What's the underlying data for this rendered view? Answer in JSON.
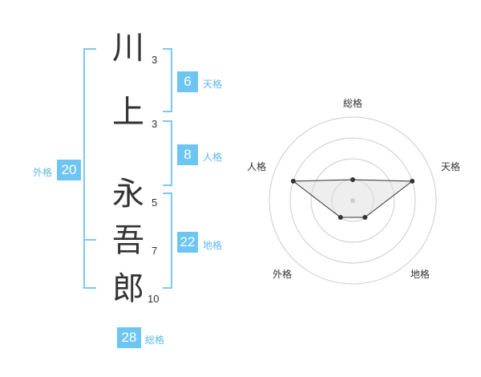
{
  "name": {
    "chars": [
      {
        "char": "川",
        "strokes": "3"
      },
      {
        "char": "上",
        "strokes": "3"
      },
      {
        "char": "永",
        "strokes": "5"
      },
      {
        "char": "吾",
        "strokes": "7"
      },
      {
        "char": "郎",
        "strokes": "10"
      }
    ]
  },
  "fortunes": {
    "tenkaku": {
      "value": "6",
      "label": "天格"
    },
    "jinkaku": {
      "value": "8",
      "label": "人格"
    },
    "chikaku": {
      "value": "22",
      "label": "地格"
    },
    "gaikaku": {
      "value": "20",
      "label": "外格"
    },
    "soukaku": {
      "value": "28",
      "label": "総格"
    }
  },
  "radar": {
    "labels": {
      "top": "総格",
      "right": "天格",
      "bottom_right": "地格",
      "bottom_left": "外格",
      "left": "人格"
    },
    "ring_count": 4,
    "values": {
      "soukaku": 1,
      "tenkaku": 3,
      "chikaku": 1,
      "gaikaku": 1,
      "jinkaku": 3
    },
    "line_color": "#333333",
    "fill_color": "#dddddd",
    "ring_color": "#cccccc"
  },
  "colors": {
    "accent": "#6dc6f2",
    "bracket": "#7cc7ee"
  }
}
